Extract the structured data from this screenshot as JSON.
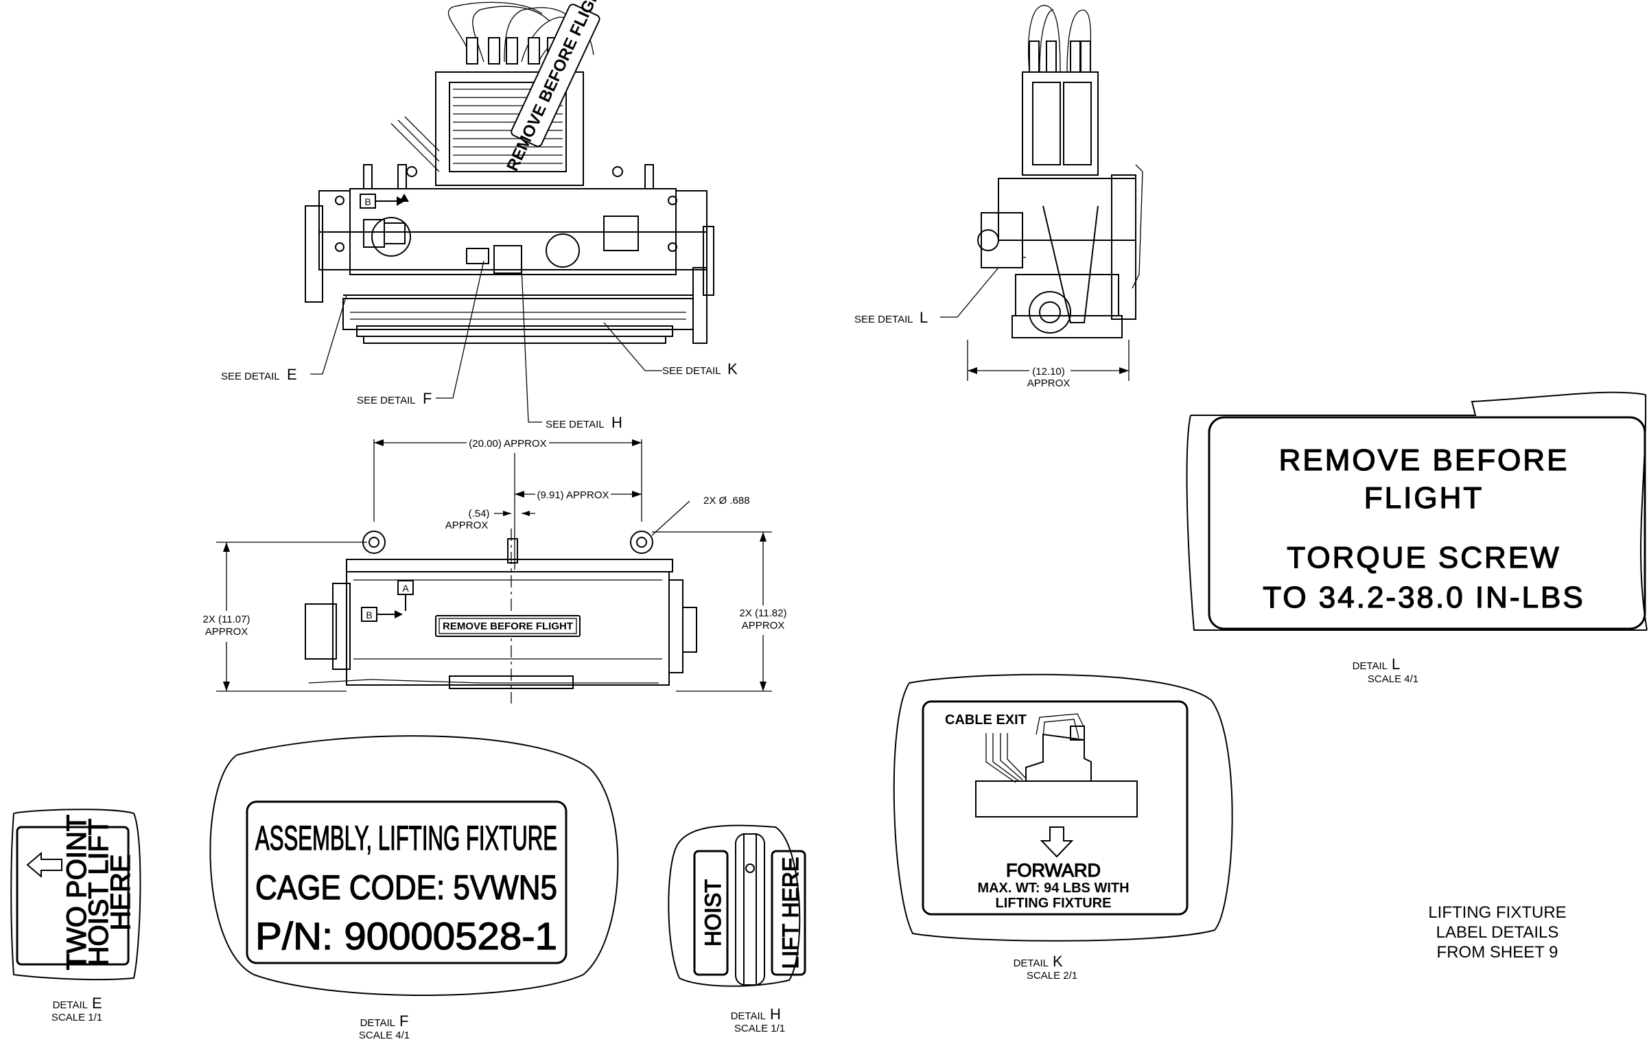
{
  "callouts": {
    "see_detail_prefix": "SEE DETAIL",
    "e": "E",
    "f": "F",
    "h": "H",
    "k": "K",
    "l": "L"
  },
  "dimensions": {
    "side_width": "(12.10)",
    "approx": "APPROX",
    "overall_width": "(20.00) APPROX",
    "half_width": "(9.91) APPROX",
    "offset": "(.54)",
    "hole": "2X Ø .688",
    "height_left": "2X (11.07)",
    "height_right": "2X (11.82)"
  },
  "view_markers": {
    "a": "A",
    "b": "B"
  },
  "front_tag": "REMOVE BEFORE FLIGHT",
  "top_tag": "REMOVE BEFORE FLIGHT",
  "label_l": {
    "line1": "REMOVE  BEFORE",
    "line2": "FLIGHT",
    "line3": "TORQUE  SCREW",
    "line4": "TO  34.2-38.0  IN-LBS"
  },
  "label_e": {
    "line1": "TWO  POINT",
    "line2": "HOIST LIFT",
    "line3": "HERE"
  },
  "label_f": {
    "line1": "ASSEMBLY, LIFTING FIXTURE",
    "line2": "CAGE  CODE:   5VWN5",
    "line3": "P/N:  90000528-1"
  },
  "label_h": {
    "left": "HOIST",
    "right": "LIFT HERE"
  },
  "label_k": {
    "cable_exit": "CABLE EXIT",
    "forward": "FORWARD",
    "max_wt": "MAX. WT:   94  LBS  WITH",
    "lifting_fixture": "LIFTING  FIXTURE"
  },
  "detail_captions": {
    "detail_word": "DETAIL",
    "e_scale": "SCALE  1/1",
    "f_scale": "SCALE  4/1",
    "h_scale": "SCALE  1/1",
    "k_scale": "SCALE  2/1",
    "l_scale": "SCALE  4/1"
  },
  "note": {
    "line1": "LIFTING FIXTURE",
    "line2": "LABEL DETAILS",
    "line3": "FROM SHEET 9"
  }
}
